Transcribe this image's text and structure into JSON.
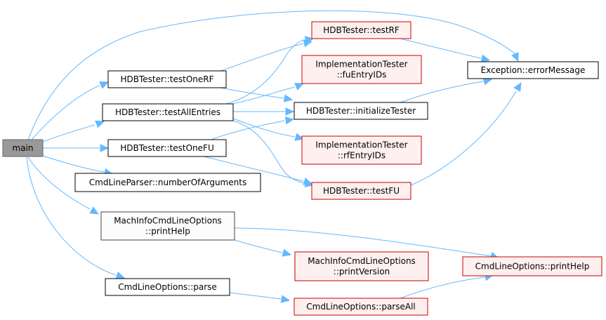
{
  "graph": {
    "title": "",
    "nodes": [
      {
        "id": "main",
        "lines": [
          "main"
        ],
        "style": "root"
      },
      {
        "id": "testOneRF",
        "lines": [
          "HDBTester::testOneRF"
        ],
        "style": "black"
      },
      {
        "id": "testAllEntries",
        "lines": [
          "HDBTester::testAllEntries"
        ],
        "style": "black"
      },
      {
        "id": "testOneFU",
        "lines": [
          "HDBTester::testOneFU"
        ],
        "style": "black"
      },
      {
        "id": "numberOfArguments",
        "lines": [
          "CmdLineParser::numberOfArguments"
        ],
        "style": "black"
      },
      {
        "id": "machPrintHelp",
        "lines": [
          "MachInfoCmdLineOptions",
          "::printHelp"
        ],
        "style": "gray"
      },
      {
        "id": "parse",
        "lines": [
          "CmdLineOptions::parse"
        ],
        "style": "black"
      },
      {
        "id": "testRF",
        "lines": [
          "HDBTester::testRF"
        ],
        "style": "red"
      },
      {
        "id": "fuEntryIDs",
        "lines": [
          "ImplementationTester",
          "::fuEntryIDs"
        ],
        "style": "red"
      },
      {
        "id": "initializeTester",
        "lines": [
          "HDBTester::initializeTester"
        ],
        "style": "black"
      },
      {
        "id": "rfEntryIDs",
        "lines": [
          "ImplementationTester",
          "::rfEntryIDs"
        ],
        "style": "red"
      },
      {
        "id": "testFU",
        "lines": [
          "HDBTester::testFU"
        ],
        "style": "red"
      },
      {
        "id": "printVersion",
        "lines": [
          "MachInfoCmdLineOptions",
          "::printVersion"
        ],
        "style": "red"
      },
      {
        "id": "parseAll",
        "lines": [
          "CmdLineOptions::parseAll"
        ],
        "style": "red"
      },
      {
        "id": "errorMessage",
        "lines": [
          "Exception::errorMessage"
        ],
        "style": "black"
      },
      {
        "id": "cmdPrintHelp",
        "lines": [
          "CmdLineOptions::printHelp"
        ],
        "style": "red"
      }
    ],
    "edges": [
      {
        "from": "main",
        "to": "errorMessage"
      },
      {
        "from": "main",
        "to": "testOneRF"
      },
      {
        "from": "main",
        "to": "testAllEntries"
      },
      {
        "from": "main",
        "to": "testOneFU"
      },
      {
        "from": "main",
        "to": "numberOfArguments"
      },
      {
        "from": "main",
        "to": "machPrintHelp"
      },
      {
        "from": "main",
        "to": "parse"
      },
      {
        "from": "testOneRF",
        "to": "testRF"
      },
      {
        "from": "testOneRF",
        "to": "initializeTester"
      },
      {
        "from": "testAllEntries",
        "to": "testRF"
      },
      {
        "from": "testAllEntries",
        "to": "fuEntryIDs"
      },
      {
        "from": "testAllEntries",
        "to": "initializeTester"
      },
      {
        "from": "testAllEntries",
        "to": "rfEntryIDs"
      },
      {
        "from": "testAllEntries",
        "to": "testFU"
      },
      {
        "from": "testOneFU",
        "to": "initializeTester"
      },
      {
        "from": "testOneFU",
        "to": "testFU"
      },
      {
        "from": "testRF",
        "to": "errorMessage"
      },
      {
        "from": "initializeTester",
        "to": "errorMessage"
      },
      {
        "from": "testFU",
        "to": "errorMessage"
      },
      {
        "from": "machPrintHelp",
        "to": "printVersion"
      },
      {
        "from": "machPrintHelp",
        "to": "cmdPrintHelp"
      },
      {
        "from": "parse",
        "to": "parseAll"
      },
      {
        "from": "parseAll",
        "to": "cmdPrintHelp"
      }
    ],
    "colors": {
      "edge": "#63b8ff",
      "root_fill": "#999999",
      "red_border": "#cc0000",
      "red_fill": "#fff0f0"
    }
  }
}
